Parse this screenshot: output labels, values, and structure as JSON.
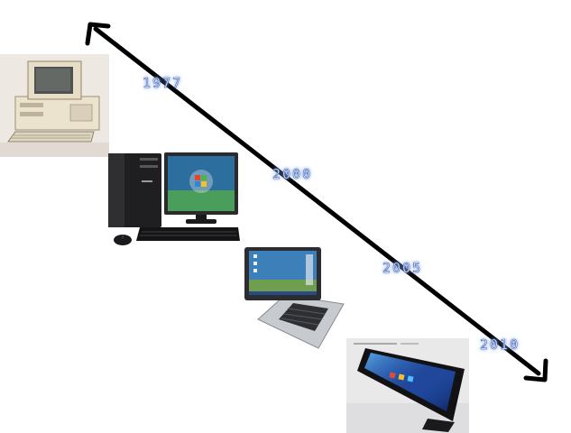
{
  "timeline": {
    "years": [
      "1977",
      "2000",
      "2005",
      "2010"
    ]
  },
  "images": [
    {
      "name": "vintage-personal-computer",
      "era": "1977"
    },
    {
      "name": "desktop-computer-with-monitor",
      "era": "2000"
    },
    {
      "name": "tablet-laptop",
      "era": "2005"
    },
    {
      "name": "smartphone",
      "era": "2010"
    }
  ],
  "colors": {
    "arrow": "#000000",
    "year_text": "#ffffff",
    "year_glow": "#5b82d4"
  }
}
